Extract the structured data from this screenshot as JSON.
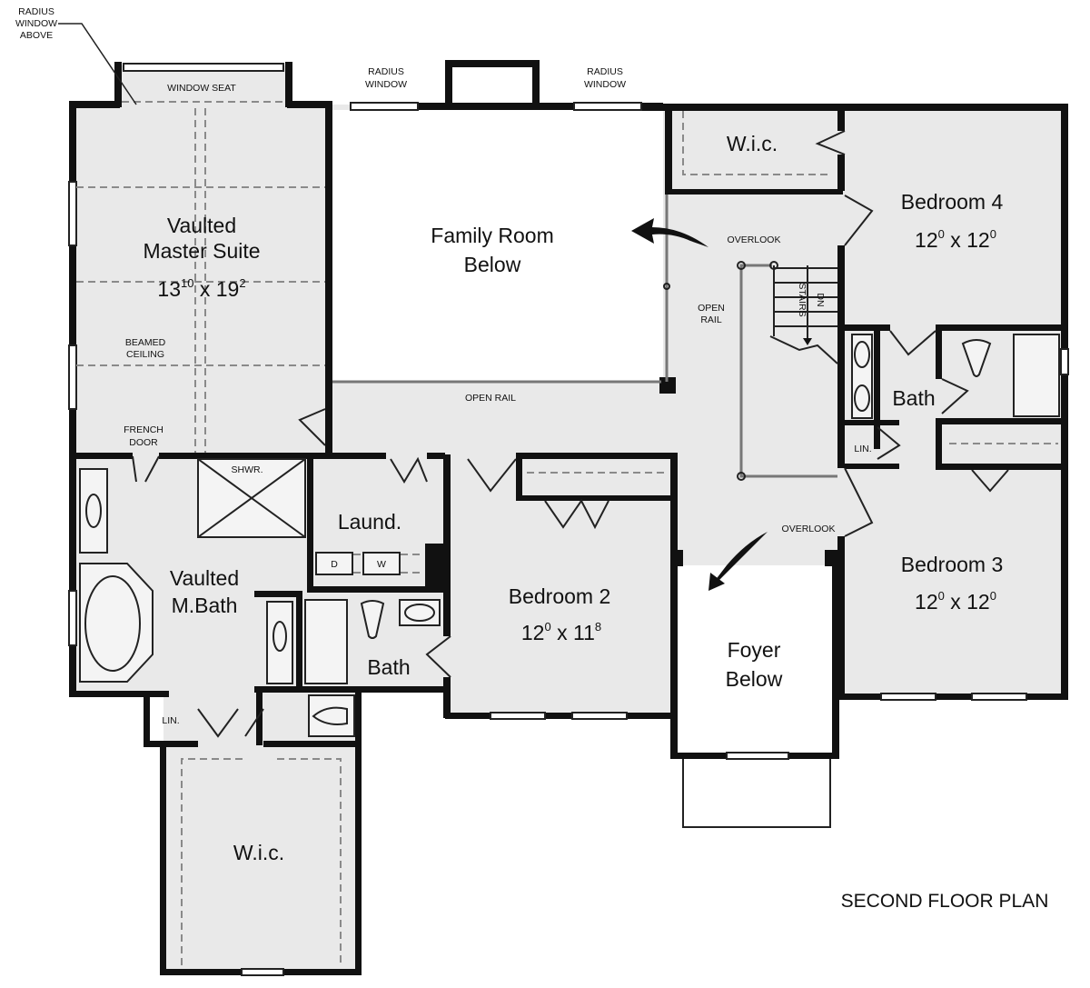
{
  "plan_title": "SECOND FLOOR PLAN",
  "rooms": {
    "master_suite": {
      "line1": "Vaulted",
      "line2": "Master Suite",
      "w": "13",
      "w_in": "10",
      "l": "19",
      "l_in": "2"
    },
    "family_room": {
      "line1": "Family Room",
      "line2": "Below"
    },
    "wic_top": {
      "name": "W.i.c."
    },
    "bedroom4": {
      "name": "Bedroom 4",
      "w": "12",
      "w_in": "0",
      "l": "12",
      "l_in": "0"
    },
    "bath_right": {
      "name": "Bath"
    },
    "lin_right": {
      "name": "LIN."
    },
    "bedroom3": {
      "name": "Bedroom 3",
      "w": "12",
      "w_in": "0",
      "l": "12",
      "l_in": "0"
    },
    "foyer": {
      "line1": "Foyer",
      "line2": "Below"
    },
    "bedroom2": {
      "name": "Bedroom 2",
      "w": "12",
      "w_in": "0",
      "l": "11",
      "l_in": "8"
    },
    "laundry": {
      "name": "Laund.",
      "dryer": "D",
      "washer": "W"
    },
    "bath_center": {
      "name": "Bath"
    },
    "master_bath": {
      "line1": "Vaulted",
      "line2": "M.Bath"
    },
    "shower": {
      "name": "SHWR."
    },
    "lin_left": {
      "name": "LIN."
    },
    "wic_bottom": {
      "name": "W.i.c."
    }
  },
  "notes": {
    "radius_window_above": [
      "RADIUS",
      "WINDOW",
      "ABOVE"
    ],
    "window_seat": "WINDOW SEAT",
    "radius_window_1": [
      "RADIUS",
      "WINDOW"
    ],
    "radius_window_2": [
      "RADIUS",
      "WINDOW"
    ],
    "overlook_1": "OVERLOOK",
    "overlook_2": "OVERLOOK",
    "open_rail_1": [
      "OPEN",
      "RAIL"
    ],
    "open_rail_2": "OPEN RAIL",
    "stairs": [
      "STAIRS",
      "DN"
    ],
    "beamed_ceiling": [
      "BEAMED",
      "CEILING"
    ],
    "french_door": [
      "FRENCH",
      "DOOR"
    ]
  }
}
